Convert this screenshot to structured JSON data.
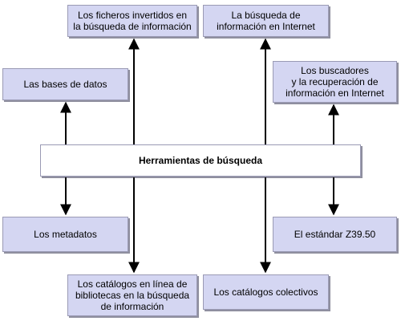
{
  "center": {
    "label": "Herramientas de búsqueda"
  },
  "nodes": {
    "ficheros": "Los ficheros invertidos en\nla búsqueda de información",
    "busqueda_internet": "La búsqueda de\ninformación en Internet",
    "bases_datos": "Las bases de datos",
    "buscadores": "Los buscadores\ny la recuperación de\ninformación en Internet",
    "metadatos": "Los metadatos",
    "z3950": "El estándar Z39.50",
    "catalogos_linea": "Los catálogos en línea de\nbibliotecas en la búsqueda\nde información",
    "catalogos_colectivos": "Los catálogos colectivos"
  },
  "colors": {
    "box_fill": "#d4d6f2",
    "box_border": "#9a9ab4",
    "shadow": "#8f8f9f",
    "arrow": "#000000"
  }
}
